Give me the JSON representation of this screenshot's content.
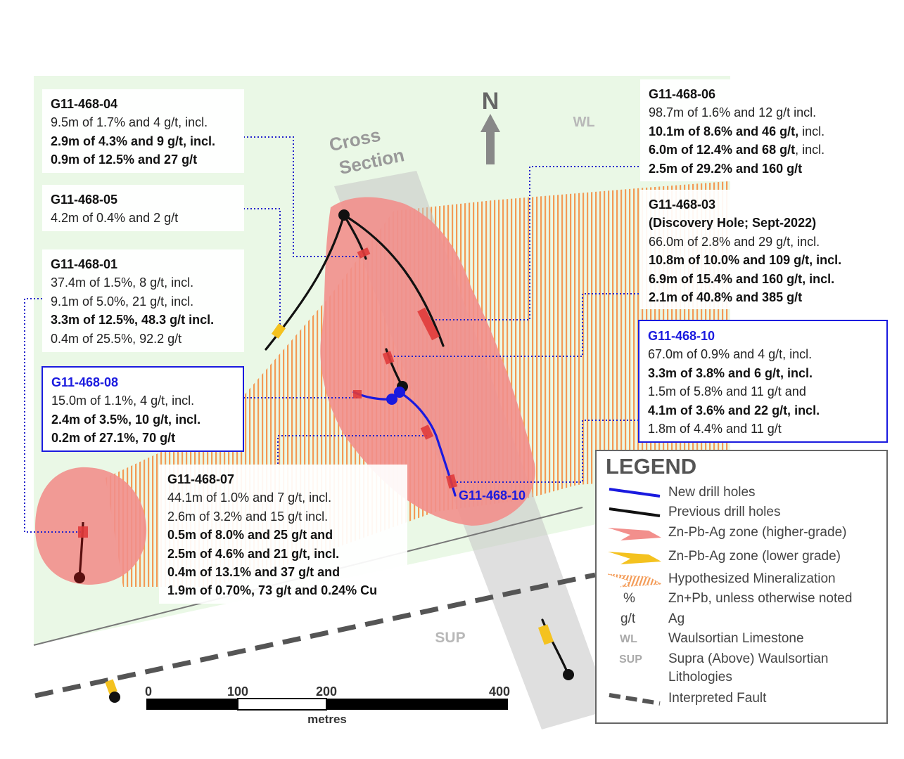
{
  "map": {
    "north_label": "N",
    "wl_label": "WL",
    "sup_label": "SUP",
    "cross_section_label_1": "Cross",
    "cross_section_label_2": "Section",
    "hole_label_10": "G11-468-10",
    "colors": {
      "background_green": "#eaf8e6",
      "high_grade_zone": "#f28f8c",
      "low_grade": "#f4c21f",
      "hypothesized": "#f39a55",
      "new_holes": "#1a1adf",
      "previous_holes": "#111111",
      "intercept_red": "#e03b3b",
      "cross_section_band": "#bdbdbd",
      "fault": "#555555"
    }
  },
  "scale_bar": {
    "ticks": [
      "0",
      "100",
      "200",
      "400"
    ],
    "unit": "metres"
  },
  "boxes": {
    "b04": {
      "title": "G11-468-04",
      "l1": "9.5m of 1.7% and 4 g/t, incl.",
      "l2": "2.9m of 4.3% and 9 g/t, incl.",
      "l3": "0.9m of 12.5% and 27 g/t"
    },
    "b05": {
      "title": "G11-468-05",
      "l1": "4.2m of 0.4% and 2 g/t"
    },
    "b01": {
      "title": "G11-468-01",
      "l1": "37.4m of 1.5%, 8 g/t, incl.",
      "l2": "9.1m of 5.0%, 21 g/t, incl.",
      "l3": "3.3m of 12.5%, 48.3 g/t incl.",
      "l4": "0.4m of 25.5%, 92.2 g/t"
    },
    "b08": {
      "title": "G11-468-08",
      "l1": "15.0m of 1.1%, 4 g/t, incl.",
      "l2": "2.4m of 3.5%, 10 g/t, incl.",
      "l3": "0.2m of 27.1%, 70 g/t"
    },
    "b07": {
      "title": "G11-468-07",
      "l1": "44.1m of 1.0% and 7 g/t, incl.",
      "l2": "2.6m of 3.2% and 15 g/t incl.",
      "l3": "0.5m of 8.0% and 25 g/t and",
      "l4": "2.5m of 4.6% and 21 g/t, incl.",
      "l5": "0.4m of 13.1% and 37 g/t and",
      "l6": "1.9m of 0.70%, 73 g/t and 0.24% Cu"
    },
    "b06": {
      "title": "G11-468-06",
      "l1": "98.7m of 1.6% and 12 g/t incl.",
      "l2": "10.1m of 8.6% and 46 g/t,",
      "l2b": " incl.",
      "l3": "6.0m of 12.4% and 68 g/t",
      "l3b": ", incl.",
      "l4": "2.5m of 29.2% and 160 g/t"
    },
    "b03": {
      "title": "G11-468-03",
      "l1": "(Discovery Hole; Sept-2022)",
      "l2": "66.0m of 2.8% and 29 g/t, incl.",
      "l3": "10.8m of 10.0% and 109 g/t, incl.",
      "l4": "6.9m of 15.4% and 160 g/t, incl.",
      "l5": "2.1m of 40.8% and 385 g/t"
    },
    "b10": {
      "title": "G11-468-10",
      "l1": "67.0m of 0.9% and 4 g/t, incl.",
      "l2": "3.3m of 3.8% and 6 g/t, incl.",
      "l3": "1.5m of 5.8% and 11 g/t and",
      "l4": "4.1m of 3.6% and 22 g/t, incl.",
      "l5": "1.8m of 4.4% and 11 g/t"
    }
  },
  "legend": {
    "title": "LEGEND",
    "items": [
      {
        "label": "New drill holes"
      },
      {
        "label": "Previous drill holes"
      },
      {
        "label": "Zn-Pb-Ag zone (higher-grade)"
      },
      {
        "label": "Zn-Pb-Ag zone (lower grade)"
      },
      {
        "label": "Hypothesized Mineralization"
      },
      {
        "symbol": "%",
        "label": "Zn+Pb, unless otherwise noted"
      },
      {
        "symbol": "g/t",
        "label": "Ag"
      },
      {
        "symbol": "WL",
        "label": "Waulsortian Limestone"
      },
      {
        "symbol": "SUP",
        "label": "Supra (Above) Waulsortian"
      },
      {
        "label": "Lithologies"
      },
      {
        "label": "Interpreted Fault"
      }
    ]
  }
}
